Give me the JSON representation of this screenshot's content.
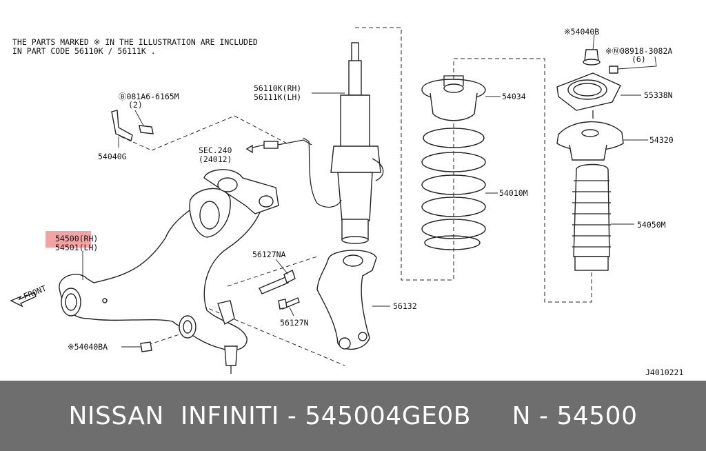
{
  "note": {
    "line1": "THE PARTS MARKED ※ IN THE ILLUSTRATION ARE INCLUDED",
    "line2": "IN PART CODE 56110K / 56111K ."
  },
  "labels": {
    "p54040b": "※54040B",
    "p08918_line1": "※Ⓝ08918-3082A",
    "p08918_line2": "(6)",
    "p56110k": "56110K(RH)",
    "p56111k": "56111K(LH)",
    "p54034": "54034",
    "p55338n": "55338N",
    "p081a6_line1": "Ⓑ081A6-6165M",
    "p081a6_line2": "(2)",
    "p54320": "54320",
    "p54040g": "54040G",
    "sec240_line1": "SEC.240",
    "sec240_line2": "(24012)",
    "p54010m": "54010M",
    "p54050m": "54050M",
    "p54500": "54500(RH)",
    "p54501": "54501(LH)",
    "p56127na": "56127NA",
    "front": "FRONT",
    "p56132": "56132",
    "p56127n": "56127N",
    "p54040ba": "※54040BA",
    "code": "J4010221"
  },
  "highlight": {
    "color": "#f2a3a3"
  },
  "footer": {
    "text": "NISSAN  INFINITI - 545004GE0B     N - 54500",
    "background": "#6e6e6e"
  }
}
